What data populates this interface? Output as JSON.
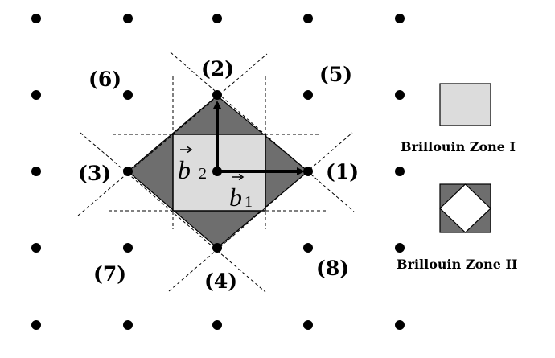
{
  "labels": {
    "p1": "(1)",
    "p2": "(2)",
    "p3": "(3)",
    "p4": "(4)",
    "p5": "(5)",
    "p6": "(6)",
    "p7": "(7)",
    "p8": "(8)"
  },
  "vectors": {
    "b1": {
      "symbol": "b",
      "subscript": "1"
    },
    "b2": {
      "symbol": "b",
      "subscript": "2"
    }
  },
  "legend": {
    "zone1": "Brillouin Zone I",
    "zone2": "Brillouin Zone II"
  },
  "colors": {
    "zone1_fill": "#dcdcdc",
    "zone2_fill": "#6e6e6e",
    "lattice_point": "#000000"
  }
}
